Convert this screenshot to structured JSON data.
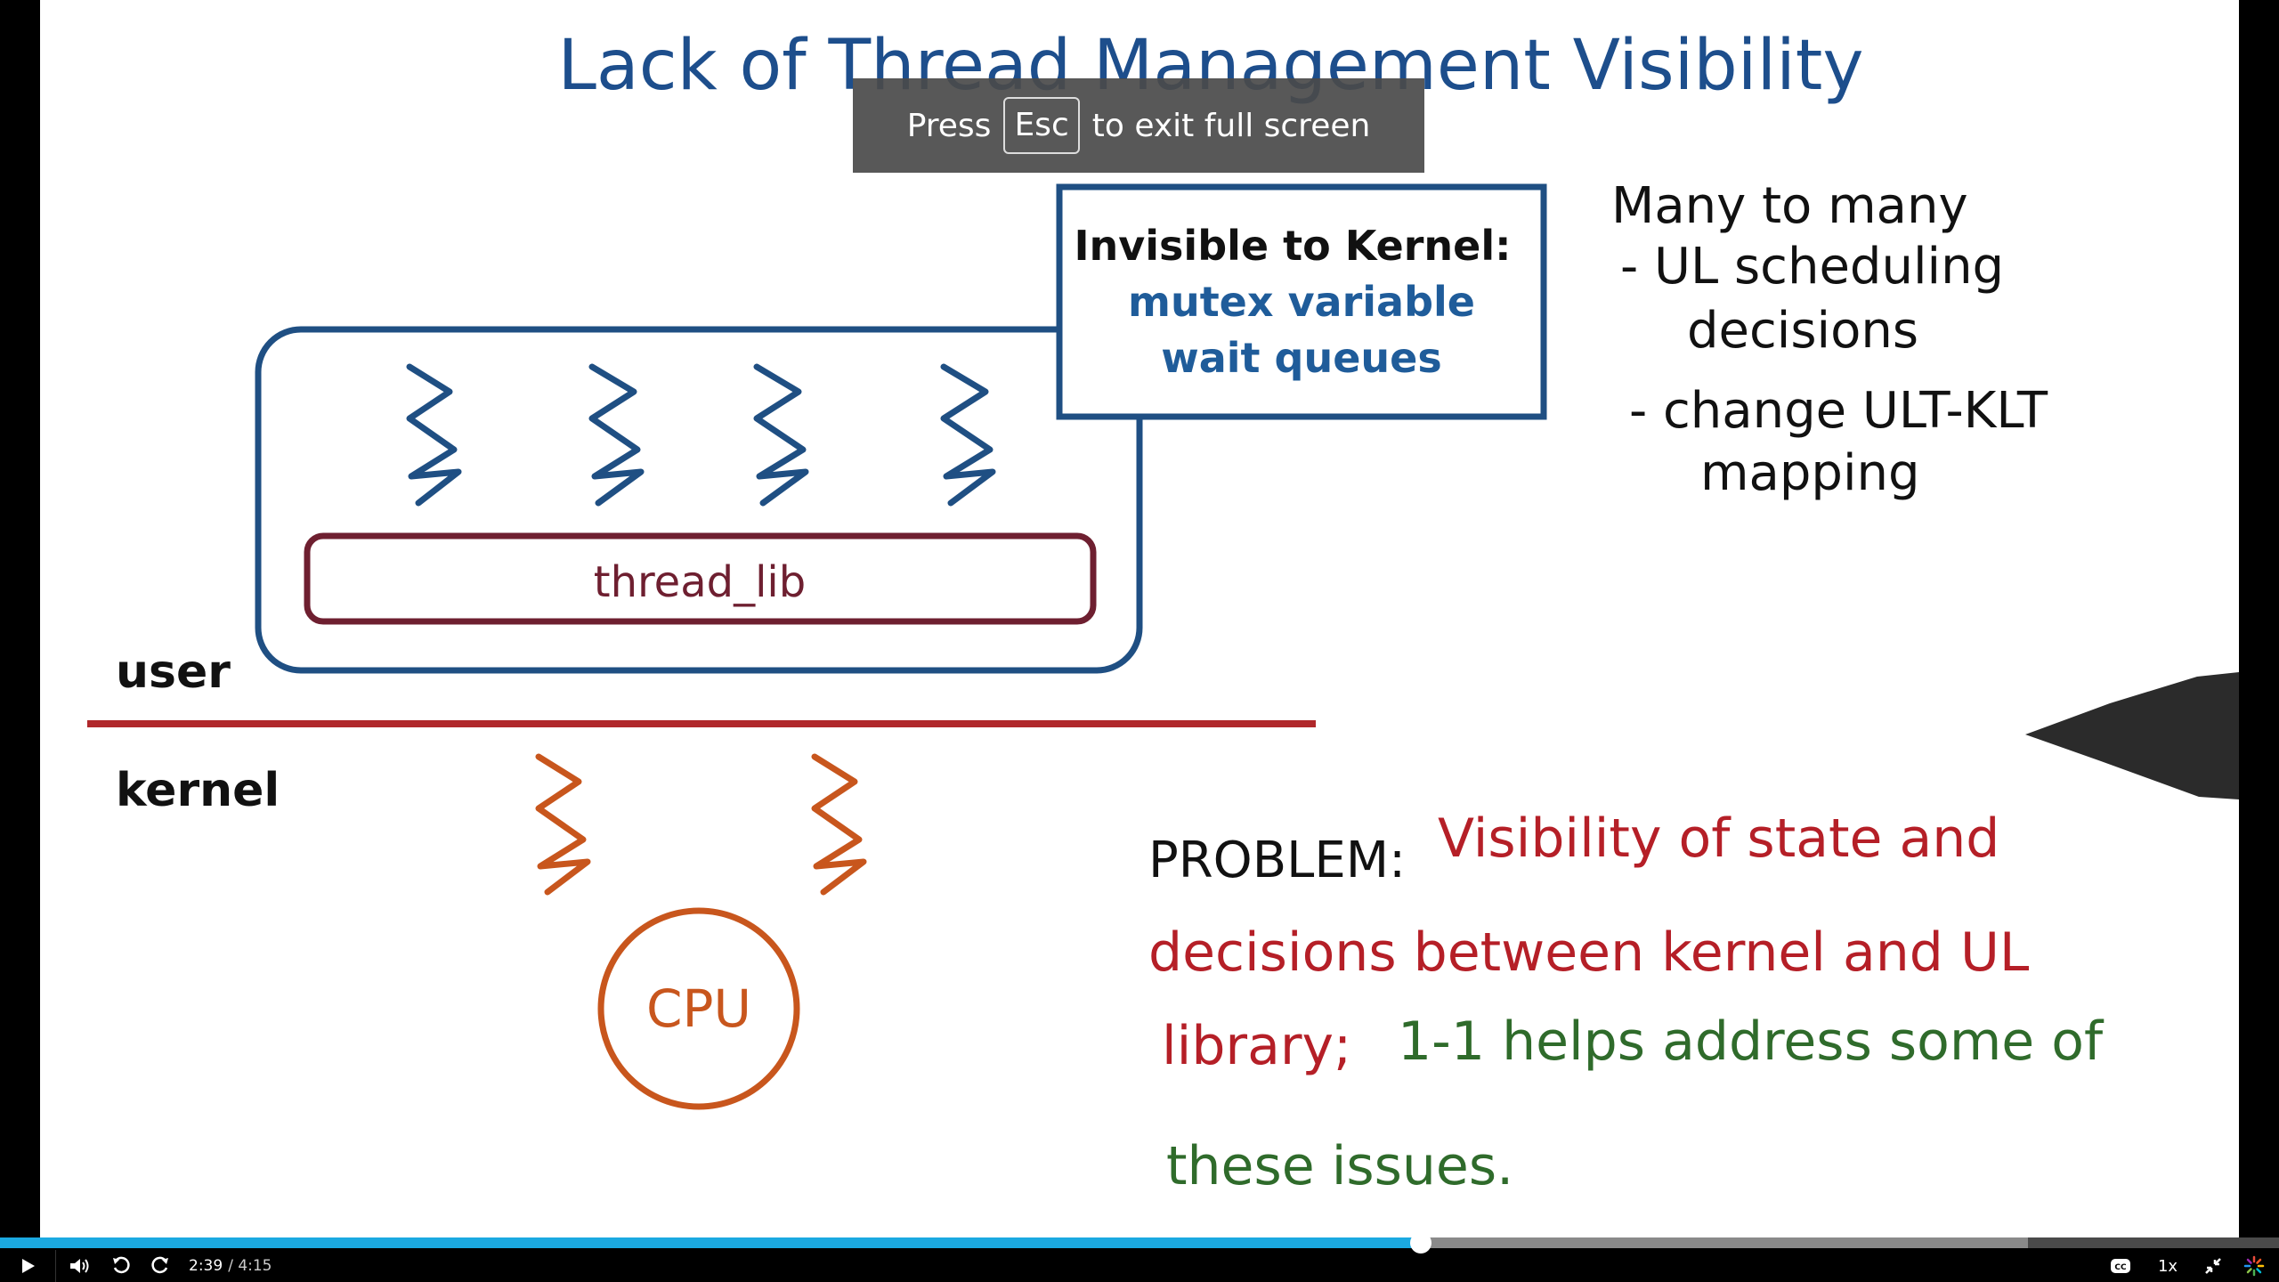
{
  "slide": {
    "title": "Lack of Thread Management Visibility",
    "callout": {
      "heading": "Invisible to Kernel:",
      "line1": "mutex variable",
      "line2": "wait queues"
    },
    "library_label": "thread_lib",
    "user_label": "user",
    "kernel_label": "kernel",
    "cpu_label": "CPU",
    "notes": {
      "line1": "Many to many",
      "line2": "- UL scheduling",
      "line3": "decisions",
      "line4": "- change ULT-KLT",
      "line5": "mapping"
    },
    "problem": {
      "label": "PROBLEM:",
      "line1": "Visibility of state and",
      "line2": "decisions between kernel and UL",
      "line3a": "library;",
      "line3b": "1-1 helps address some of",
      "line4": "these issues."
    },
    "colors": {
      "title": "#1d4e8c",
      "box_border": "#1f4f83",
      "user_thread": "#1f4f83",
      "library_border": "#6e1f30",
      "kernel_line": "#b0282b",
      "kernel_thread": "#c8561d",
      "cpu": "#c8561d",
      "problem_red": "#b51f27",
      "problem_green": "#2f6b2b"
    }
  },
  "overlay": {
    "press": "Press",
    "key": "Esc",
    "rest": "to exit full screen"
  },
  "player": {
    "current_time": "2:39",
    "duration": "/ 4:15",
    "speed": "1x",
    "progress_fraction": 0.6235,
    "buffered_fraction": 0.89,
    "icons": [
      "play-icon",
      "volume-icon",
      "rewind-icon",
      "forward-icon",
      "captions-icon",
      "exit-fullscreen-icon",
      "loading-icon"
    ]
  }
}
